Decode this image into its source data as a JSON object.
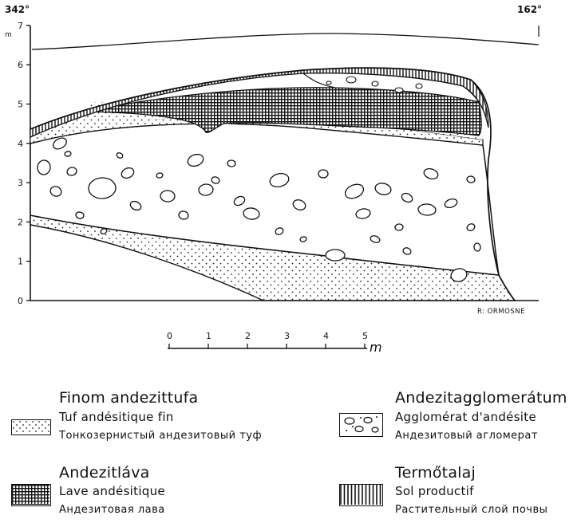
{
  "orientation": {
    "left": "342°",
    "right": "162°"
  },
  "axis": {
    "unit_mark": "m",
    "ticks": [
      "0",
      "1",
      "2",
      "3",
      "4",
      "5",
      "6",
      "7"
    ]
  },
  "credit": "R: ORMOSNE",
  "scale_bar": {
    "ticks": [
      "0",
      "1",
      "2",
      "3",
      "4",
      "5"
    ],
    "unit": "m"
  },
  "legend": [
    {
      "key": "tuff",
      "title": "Finom andezittufa",
      "fr": "Tuf andésitique fin",
      "ru": "Тонкозернистый андезитовый туф"
    },
    {
      "key": "agglomerate",
      "title": "Andezitagglomerátum",
      "fr": "Agglomérat d'andésite",
      "ru": "Андезитовый агломерат"
    },
    {
      "key": "lava",
      "title": "Andezitláva",
      "fr": "Lave andésitique",
      "ru": "Андезитовая лава"
    },
    {
      "key": "soil",
      "title": "Termőtalaj",
      "fr": "Sol productif",
      "ru": "Растительный слой почвы"
    }
  ]
}
